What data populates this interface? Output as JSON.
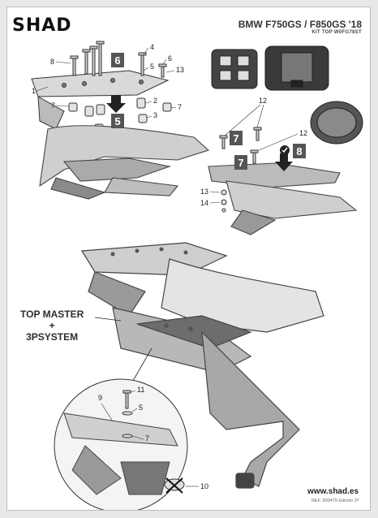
{
  "header": {
    "brand": "SHAD",
    "model": "BMW F750GS / F850GS '18",
    "kit": "KIT TOP W0FG78ST"
  },
  "callout": {
    "line1": "TOP MASTER",
    "line2": "+",
    "line3": "3PSYSTEM"
  },
  "steps": [
    "6",
    "5",
    "7",
    "7",
    "8"
  ],
  "part_numbers": {
    "p1": "1",
    "p2": "2",
    "p3": "3",
    "p4": "4",
    "p5": "5",
    "p6": "6",
    "p7a": "7",
    "p7b": "7",
    "p8": "8",
    "p12a": "12",
    "p12b": "12",
    "p13a": "13",
    "p13b": "13",
    "p14": "14",
    "p11": "11",
    "p5b": "5",
    "p9": "9",
    "p7c": "7",
    "p10": "10"
  },
  "footer": {
    "url": "www.shad.es",
    "ref": "REF. 500479 Edición 2ª"
  }
}
